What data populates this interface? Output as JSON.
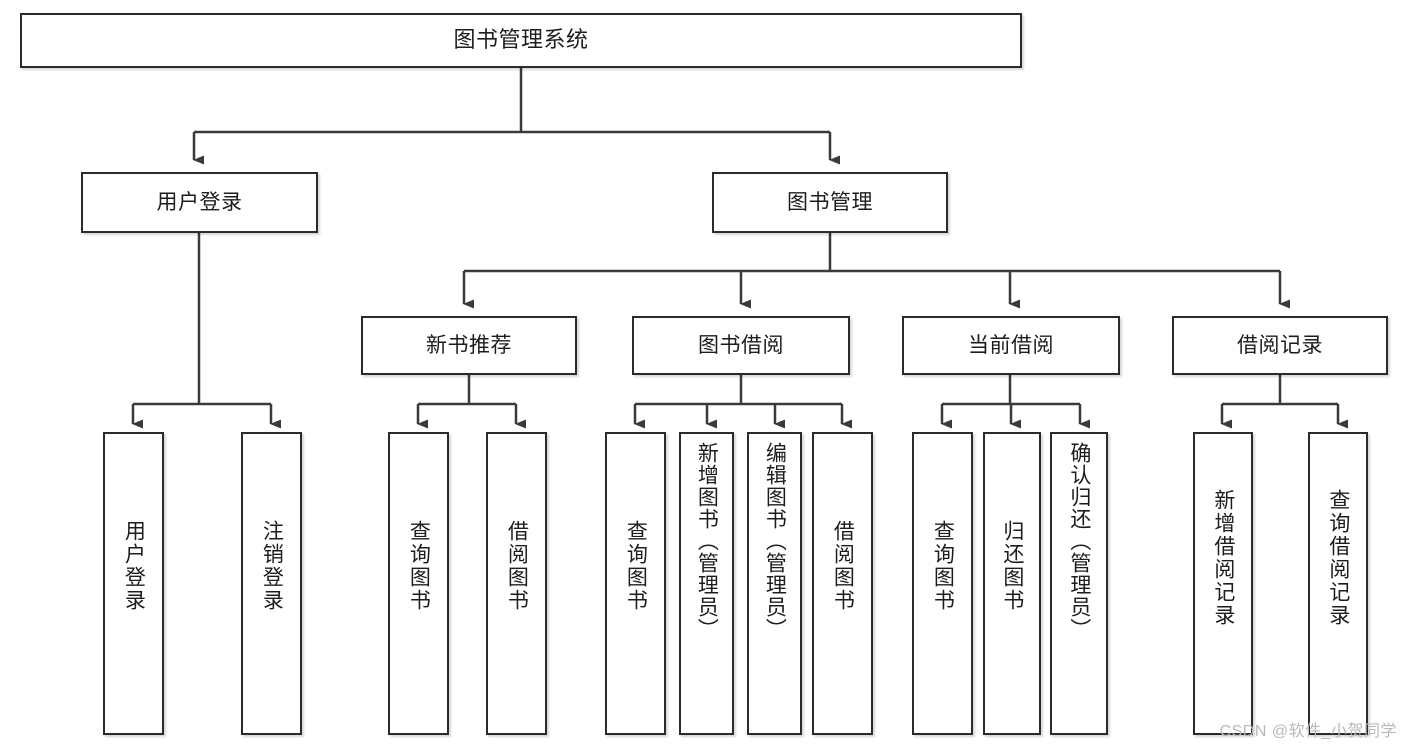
{
  "diagram": {
    "type": "tree-hierarchy-chart",
    "title": "图书管理系统",
    "watermark": "CSDN @软件_小贺同学",
    "colors": {
      "border": "#2b2b2b",
      "background": "#ffffff",
      "text": "#1d1d1d",
      "edge": "#3a3a3a",
      "watermark": "#b9b9b9"
    },
    "nodes": {
      "root": {
        "label": "图书管理系统"
      },
      "level2": [
        {
          "id": "user-login",
          "label": "用户登录"
        },
        {
          "id": "book-management",
          "label": "图书管理"
        }
      ],
      "level3": [
        {
          "id": "new-book-recommend",
          "label": "新书推荐"
        },
        {
          "id": "book-borrow",
          "label": "图书借阅"
        },
        {
          "id": "current-borrow",
          "label": "当前借阅"
        },
        {
          "id": "borrow-record",
          "label": "借阅记录"
        }
      ],
      "leaves": {
        "user-login": [
          {
            "id": "leaf-user-login",
            "label": "用户登录"
          },
          {
            "id": "leaf-logout",
            "label": "注销登录"
          }
        ],
        "new-book-recommend": [
          {
            "id": "leaf-query-book-1",
            "label": "查询图书"
          },
          {
            "id": "leaf-borrow-book-1",
            "label": "借阅图书"
          }
        ],
        "book-borrow": [
          {
            "id": "leaf-query-book-2",
            "label": "查询图书"
          },
          {
            "id": "leaf-add-book",
            "label": "新增图书（管理员）"
          },
          {
            "id": "leaf-edit-book",
            "label": "编辑图书（管理员）"
          },
          {
            "id": "leaf-borrow-book-2",
            "label": "借阅图书"
          }
        ],
        "current-borrow": [
          {
            "id": "leaf-query-book-3",
            "label": "查询图书"
          },
          {
            "id": "leaf-return-book",
            "label": "归还图书"
          },
          {
            "id": "leaf-confirm-return",
            "label": "确认归还（管理员）"
          }
        ],
        "borrow-record": [
          {
            "id": "leaf-add-record",
            "label": "新增借阅记录"
          },
          {
            "id": "leaf-query-record",
            "label": "查询借阅记录"
          }
        ]
      }
    }
  }
}
